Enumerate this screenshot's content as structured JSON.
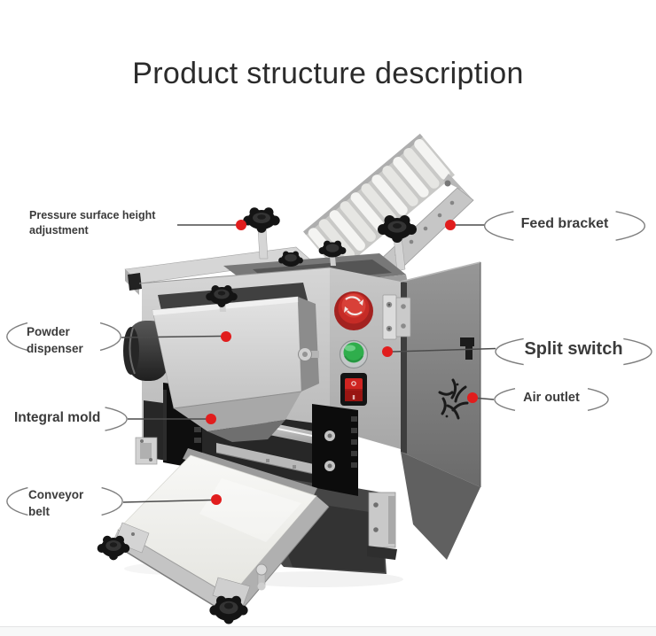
{
  "title": "Product structure description",
  "callouts": {
    "pressure_adjustment": {
      "lines": [
        "Pressure surface height",
        "adjustment"
      ]
    },
    "feed_bracket": {
      "label": "Feed bracket"
    },
    "powder_dispenser": {
      "lines": [
        "Powder",
        "dispenser"
      ]
    },
    "split_switch": {
      "label": "Split switch"
    },
    "air_outlet": {
      "label": "Air outlet"
    },
    "integral_mold": {
      "label": "Integral mold"
    },
    "conveyor_belt": {
      "lines": [
        "Conveyor",
        "belt"
      ]
    }
  },
  "colors": {
    "background": "#ffffff",
    "title_text": "#2b2b2b",
    "label_text": "#3b3b3b",
    "callout_dot": "#e11d1d",
    "callout_line": "#4c4c4c",
    "bubble_arc": "#7e7e7e",
    "emergency_stop_red": "#c62b26",
    "start_button_green": "#2fae4c",
    "rocker_switch_red": "#cf2421",
    "machine_steel_light": "#d6d6d6",
    "machine_steel_dark": "#6d6d6d",
    "belt_white": "#f1f1ee"
  }
}
